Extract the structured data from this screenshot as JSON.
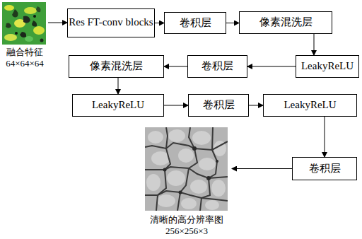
{
  "diagram": {
    "nodes": [
      {
        "text": [
          "融合特征",
          "64×64×64"
        ]
      },
      {
        "text": [
          "Res FT-conv blocks"
        ]
      },
      {
        "text": [
          "卷积层"
        ]
      },
      {
        "text": [
          "像素混洗层"
        ]
      },
      {
        "text": [
          "像素混洗层"
        ]
      },
      {
        "text": [
          "卷积层"
        ]
      },
      {
        "text": [
          "LeakyReLU"
        ]
      },
      {
        "text": [
          "LeakyReLU"
        ]
      },
      {
        "text": [
          "卷积层"
        ]
      },
      {
        "text": [
          "LeakyReLU"
        ]
      },
      {
        "text": [
          "卷积层"
        ]
      },
      {
        "text": [
          "清晰的高分辨率图",
          "256×256×3"
        ]
      }
    ],
    "edges": [
      {
        "from": 0,
        "to": 1,
        "arrow": "to"
      },
      {
        "from": 1,
        "to": 2,
        "arrow": "to"
      },
      {
        "from": 2,
        "to": 3,
        "arrow": "to"
      },
      {
        "from": 3,
        "to": 6,
        "arrow": "to"
      },
      {
        "from": 6,
        "to": 5,
        "arrow": "to"
      },
      {
        "from": 5,
        "to": 4,
        "arrow": "to"
      },
      {
        "from": 4,
        "to": 7,
        "arrow": "to"
      },
      {
        "from": 7,
        "to": 8,
        "arrow": "to"
      },
      {
        "from": 8,
        "to": 9,
        "arrow": "to"
      },
      {
        "from": 9,
        "to": 10,
        "arrow": "to"
      },
      {
        "from": 10,
        "to": 11,
        "arrow": "to"
      }
    ]
  }
}
